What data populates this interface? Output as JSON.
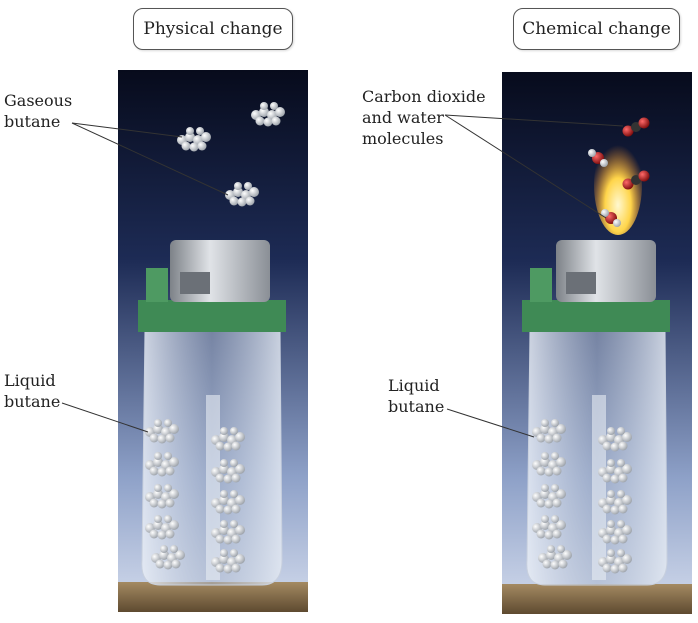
{
  "panels": {
    "left": {
      "title": "Physical change",
      "gas_label": [
        "Gaseous",
        "butane"
      ],
      "liquid_label": [
        "Liquid",
        "butane"
      ]
    },
    "right": {
      "title": "Chemical change",
      "gas_label": [
        "Carbon dioxide",
        "and water",
        "molecules"
      ],
      "liquid_label": [
        "Liquid",
        "butane"
      ]
    }
  },
  "colors": {
    "background_top": "#0a0f22",
    "background_bottom": "#c9d3e8",
    "lighter_green": "#3f8a55",
    "metal": "#b8bcc2",
    "table": "#7a6648",
    "oxygen": "#b01818",
    "flame": "#ffd54a"
  }
}
